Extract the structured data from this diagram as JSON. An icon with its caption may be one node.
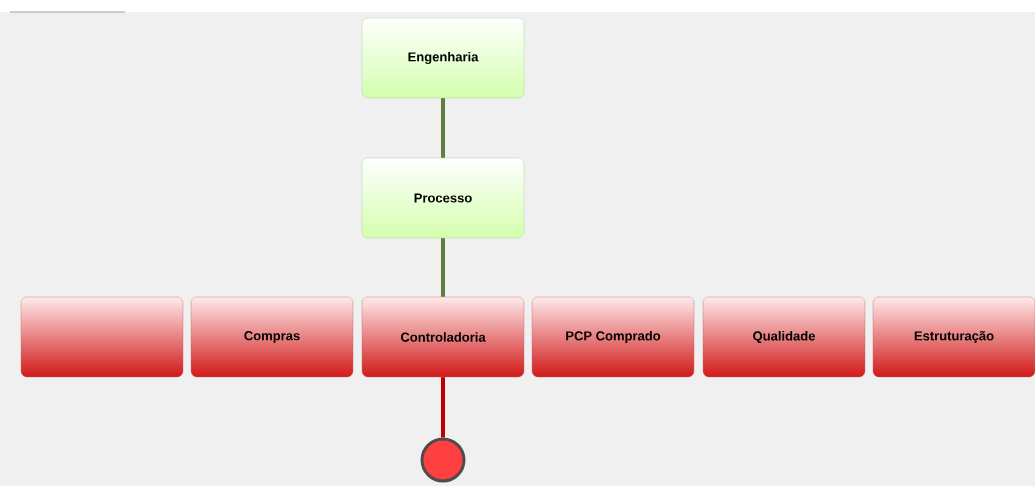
{
  "diagram": {
    "nodes": [
      {
        "text": [
          "Engenharia"
        ]
      },
      {
        "text": [
          "Processo"
        ]
      },
      {
        "text": [],
        "shape": "box"
      },
      {
        "text": [
          "Compras"
        ]
      },
      {
        "text": [
          "Controladoria"
        ]
      },
      {
        "text": [
          "PCP Comprado"
        ]
      },
      {
        "text": [
          "Qualidade"
        ]
      },
      {
        "text": [
          "Estruturação"
        ]
      },
      {
        "text": [],
        "shape": "circle"
      }
    ],
    "edges": [
      {
        "from": 0,
        "to": 1,
        "arrow": "none"
      },
      {
        "from": 1,
        "to": 4,
        "arrow": "none"
      },
      {
        "from": 4,
        "to": 8,
        "arrow": "none",
        "color": "#c00000"
      }
    ]
  }
}
